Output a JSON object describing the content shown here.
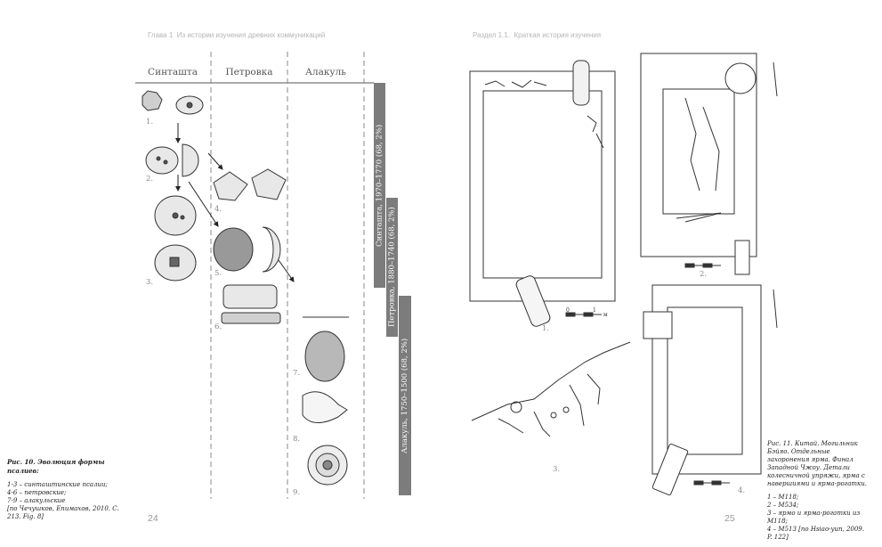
{
  "left_page": {
    "running_head_chapter": "Глава 1",
    "running_head_title": "Из истории изучения древних коммуникаций",
    "page_number": "24",
    "columns": [
      "Синташта",
      "Петровка",
      "Алакуль"
    ],
    "periods": [
      "Синташта, 1970–1770 (68, 2%)",
      "Петровка, 1880–1740 (68, 2%)",
      "Алакуль, 1750–1500 (68, 2%)"
    ],
    "item_numbers": [
      "1.",
      "2.",
      "3.",
      "4.",
      "5.",
      "6.",
      "7.",
      "8.",
      "9."
    ],
    "caption": {
      "title": "Рис. 10. Эволюция формы псалиев:",
      "lines": [
        "1-3 – синташтинские псалии;",
        "4-6 – петровские;",
        "7-9 – алакульские",
        "[по Чечушков, Епимахов, 2010. С. 213. Fig. 8]"
      ]
    }
  },
  "right_page": {
    "running_head_section": "Раздел 1.1.",
    "running_head_title": "Краткая история изучения",
    "page_number": "25",
    "scale_labels": [
      "0",
      "1",
      "м"
    ],
    "plan_numbers": [
      "1.",
      "2.",
      "3.",
      "4."
    ],
    "caption": {
      "title": "Рис. 11. Китай. Могильник Бэйяо. Отдельные захоронения ярма. Финал Западной Чжоу. Детали колесничной упряжи, ярма с навершиями и ярма-рогатки.",
      "lines": [
        "1 – M118;",
        "2 – M534;",
        "3 – ярмо и ярма-рогатки из M118;",
        "4 – M513 [по Hsiao-yun, 2009. P. 122]"
      ]
    }
  }
}
